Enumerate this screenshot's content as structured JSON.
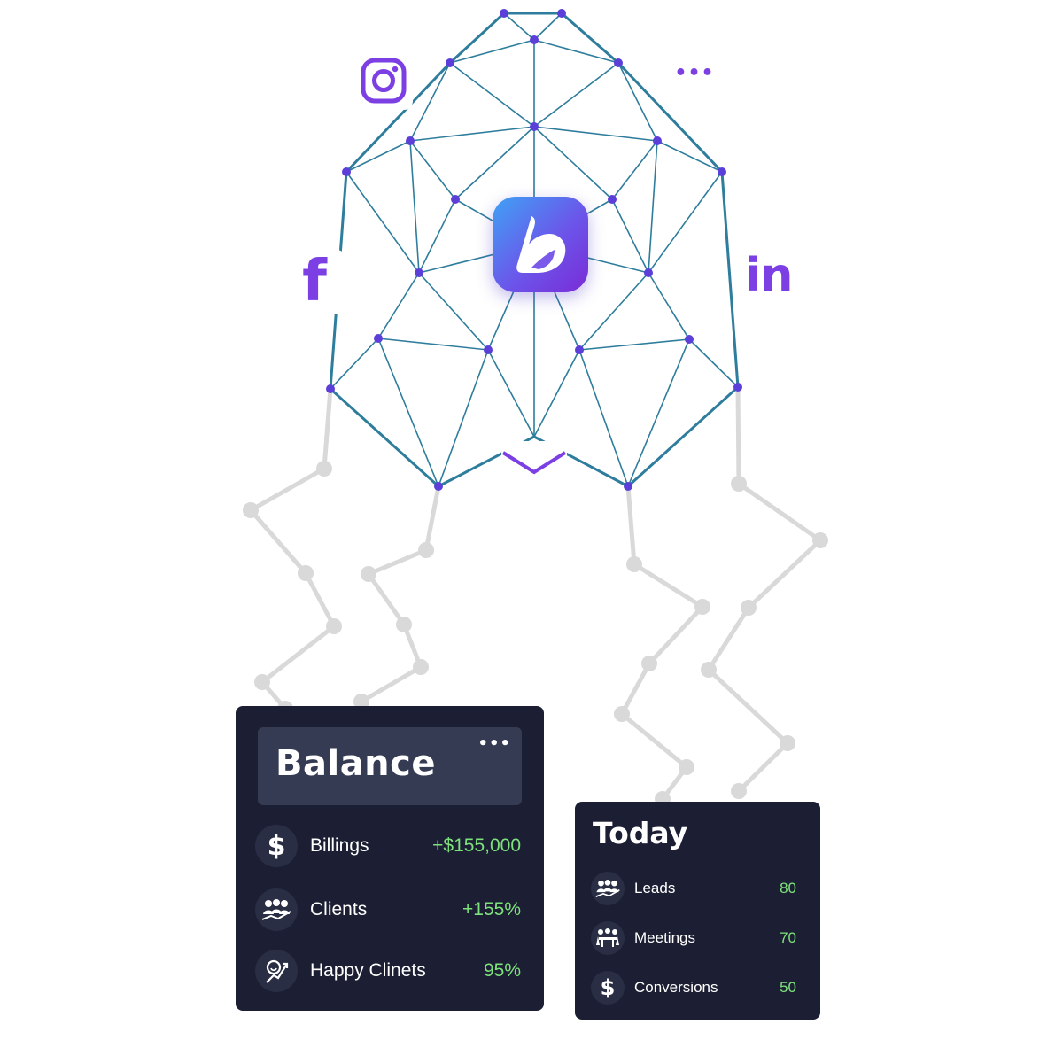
{
  "colors": {
    "network_line": "#2e7d9c",
    "network_node": "#5b3fd8",
    "brand_purple": "#7b3fe4",
    "chain_gray": "#d9d9d9",
    "card_bg": "#1c1f33",
    "positive_green": "#7ee27c"
  },
  "social_icons": [
    {
      "name": "instagram-icon"
    },
    {
      "name": "more-icon"
    },
    {
      "name": "facebook-icon"
    },
    {
      "name": "linkedin-icon"
    },
    {
      "name": "mail-icon"
    }
  ],
  "facebook": {
    "glyph": "f"
  },
  "linkedin": {
    "glyph": "in"
  },
  "more_badge": {
    "glyph": "•••"
  },
  "balance": {
    "title": "Balance",
    "menu_glyph": "•••",
    "rows": [
      {
        "icon": "dollar-icon",
        "label": "Billings",
        "value": "+$155,000"
      },
      {
        "icon": "clients-icon",
        "label": "Clients",
        "value": "+155%"
      },
      {
        "icon": "happy-clients-icon",
        "label": "Happy Clinets",
        "value": "95%"
      }
    ]
  },
  "today": {
    "title": "Today",
    "rows": [
      {
        "icon": "leads-icon",
        "label": "Leads",
        "value": "80"
      },
      {
        "icon": "meetings-icon",
        "label": "Meetings",
        "value": "70"
      },
      {
        "icon": "dollar-icon",
        "label": "Conversions",
        "value": "50"
      }
    ]
  }
}
